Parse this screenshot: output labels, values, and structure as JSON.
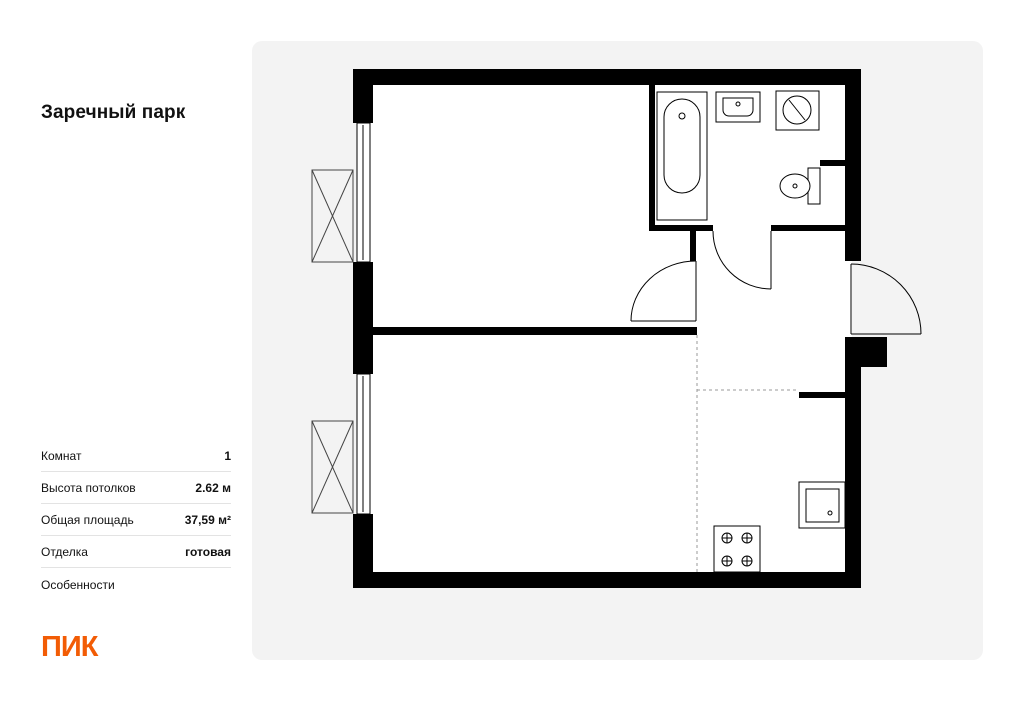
{
  "project": {
    "name": "Заречный парк"
  },
  "specs": [
    {
      "label": "Комнат",
      "value": "1"
    },
    {
      "label": "Высота потолков",
      "value": "2.62 м"
    },
    {
      "label": "Общая площадь",
      "value": "37,59 м²"
    },
    {
      "label": "Отделка",
      "value": "готовая"
    },
    {
      "label": "Особенности",
      "value": ""
    }
  ],
  "brand": {
    "logo_text": "ПИК",
    "color": "#f25c05"
  },
  "floorplan": {
    "wall_color": "#000000",
    "floor_color": "#ffffff",
    "panel_color": "#f3f3f3",
    "icons": [
      "bathtub-icon",
      "sink-icon",
      "washing-machine-icon",
      "toilet-icon",
      "kitchen-sink-icon",
      "stove-icon",
      "balcony-icon",
      "window-icon",
      "door-swing-icon"
    ]
  }
}
